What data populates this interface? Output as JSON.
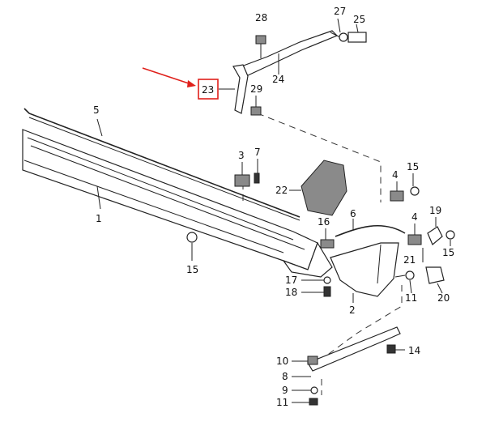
{
  "highlight_color": "#e0201b",
  "labels": {
    "l1": "1",
    "l2": "2",
    "l3": "3",
    "l4a": "4",
    "l4b": "4",
    "l5": "5",
    "l6": "6",
    "l7": "7",
    "l8": "8",
    "l9": "9",
    "l10": "10",
    "l11a": "11",
    "l11b": "11",
    "l14": "14",
    "l15a": "15",
    "l15b": "15",
    "l15c": "15",
    "l16": "16",
    "l17": "17",
    "l18": "18",
    "l19": "19",
    "l20": "20",
    "l21": "21",
    "l22": "22",
    "l23": "23",
    "l24": "24",
    "l25": "25",
    "l27": "27",
    "l28": "28",
    "l29": "29"
  }
}
